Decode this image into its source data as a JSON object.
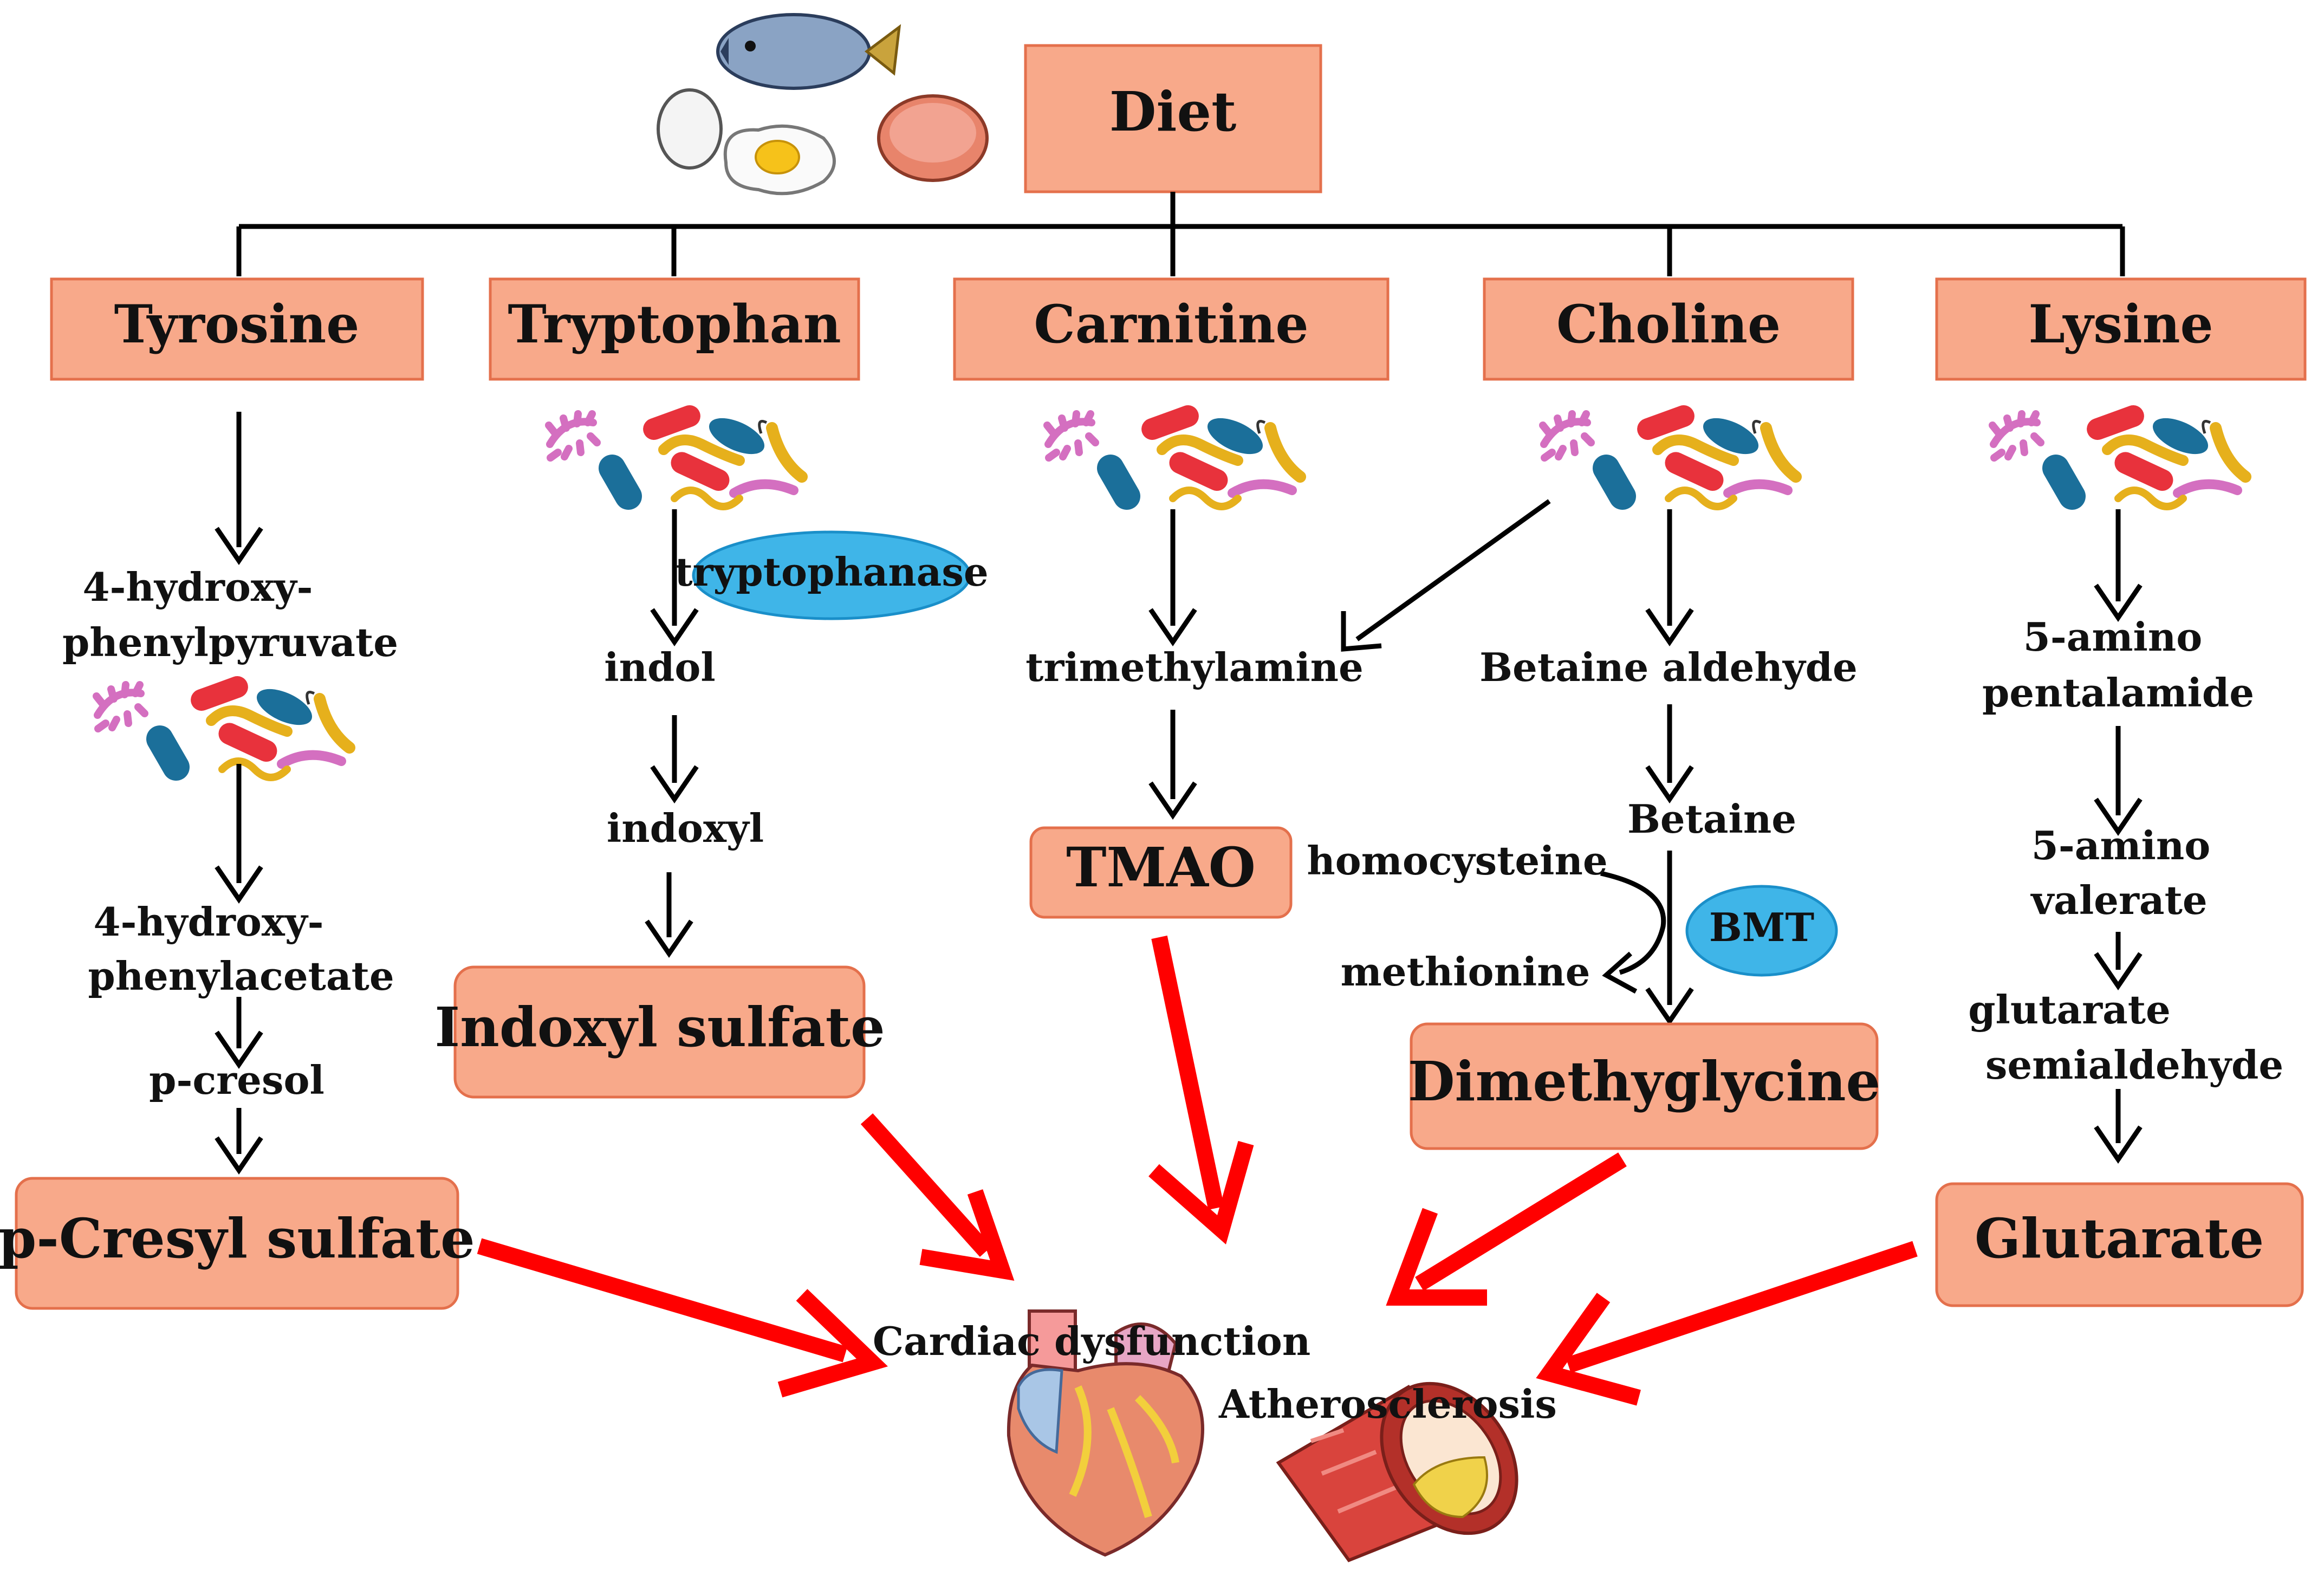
{
  "diet": "Diet",
  "sources": [
    "Tyrosine",
    "Tryptophan",
    "Carnitine",
    "Choline",
    "Lysine"
  ],
  "tyrosine_path": {
    "step1": [
      "4-hydroxy-",
      "phenylpyruvate"
    ],
    "step2": [
      "4-hydroxy-",
      "phenylacetate"
    ],
    "step3": "p-cresol",
    "product": "p-Cresyl sulfate"
  },
  "tryptophan_path": {
    "enzyme": "tryptophanase",
    "step1": "indol",
    "step2": "indoxyl",
    "product": "Indoxyl sulfate"
  },
  "carnitine_path": {
    "step1": "trimethylamine",
    "product": "TMAO"
  },
  "choline_path": {
    "step1": "Betaine aldehyde",
    "step2": "Betaine",
    "homocysteine": "homocysteine",
    "methionine": "methionine",
    "enzyme": "BMT",
    "product": "Dimethyglycine"
  },
  "lysine_path": {
    "step1": [
      "5-amino",
      "pentalamide"
    ],
    "step2": [
      "5-amino",
      "valerate"
    ],
    "step3": [
      "glutarate",
      "semialdehyde"
    ],
    "product": "Glutarate"
  },
  "outcomes": {
    "cardiac": "Cardiac dysfunction",
    "athero": "Atherosclerosis"
  },
  "colors": {
    "box_fill": "#f8a98a",
    "box_border": "#e4704c",
    "arrow_red": "#ff0000",
    "enzyme_blue": "#3fb5e8"
  },
  "icons": [
    "fish-icon",
    "egg-icon",
    "fried-egg-icon",
    "meat-icon",
    "bacteria-cluster-icon",
    "heart-icon",
    "artery-icon"
  ]
}
